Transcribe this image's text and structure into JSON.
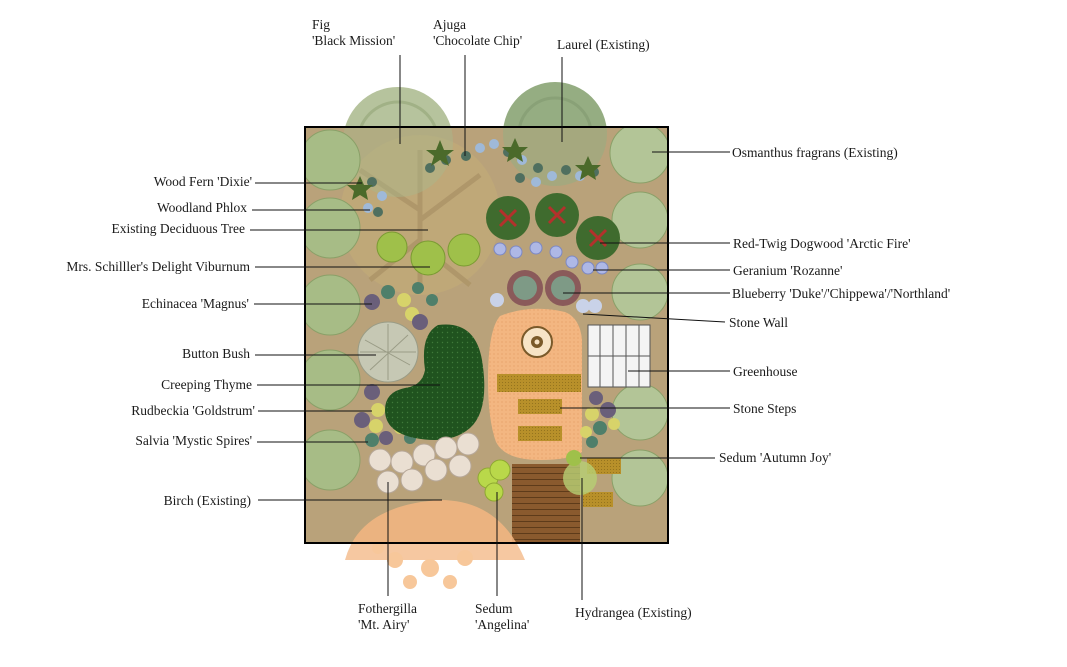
{
  "labels": {
    "fig": [
      "Fig",
      "'Black Mission'"
    ],
    "ajuga": [
      "Ajuga",
      "'Chocolate Chip'"
    ],
    "laurel": "Laurel (Existing)",
    "osmanthus": "Osmanthus fragrans (Existing)",
    "wood_fern": "Wood Fern 'Dixie'",
    "woodland_phlox": "Woodland Phlox",
    "deciduous_tree": "Existing Deciduous Tree",
    "viburnum": "Mrs. Schilller's Delight Viburnum",
    "echinacea": "Echinacea 'Magnus'",
    "button_bush": "Button Bush",
    "creeping_thyme": "Creeping Thyme",
    "rudbeckia": "Rudbeckia 'Goldstrum'",
    "salvia": "Salvia 'Mystic Spires'",
    "birch": "Birch (Existing)",
    "dogwood": "Red-Twig Dogwood 'Arctic Fire'",
    "geranium": "Geranium 'Rozanne'",
    "blueberry": "Blueberry 'Duke'/'Chippewa'/'Northland'",
    "stone_wall": "Stone Wall",
    "greenhouse": "Greenhouse",
    "stone_steps": "Stone Steps",
    "sedum_autumn": "Sedum 'Autumn Joy'",
    "fothergilla": [
      "Fothergilla",
      "'Mt. Airy'"
    ],
    "sedum_angelina": [
      "Sedum",
      "'Angelina'"
    ],
    "hydrangea": "Hydrangea (Existing)"
  },
  "colors": {
    "ground": "#b9a27a",
    "lawn": "#20531f",
    "patio": "#f3b681",
    "deck": "#8a5a2e",
    "step": "#b8902a",
    "border": "#000000"
  }
}
